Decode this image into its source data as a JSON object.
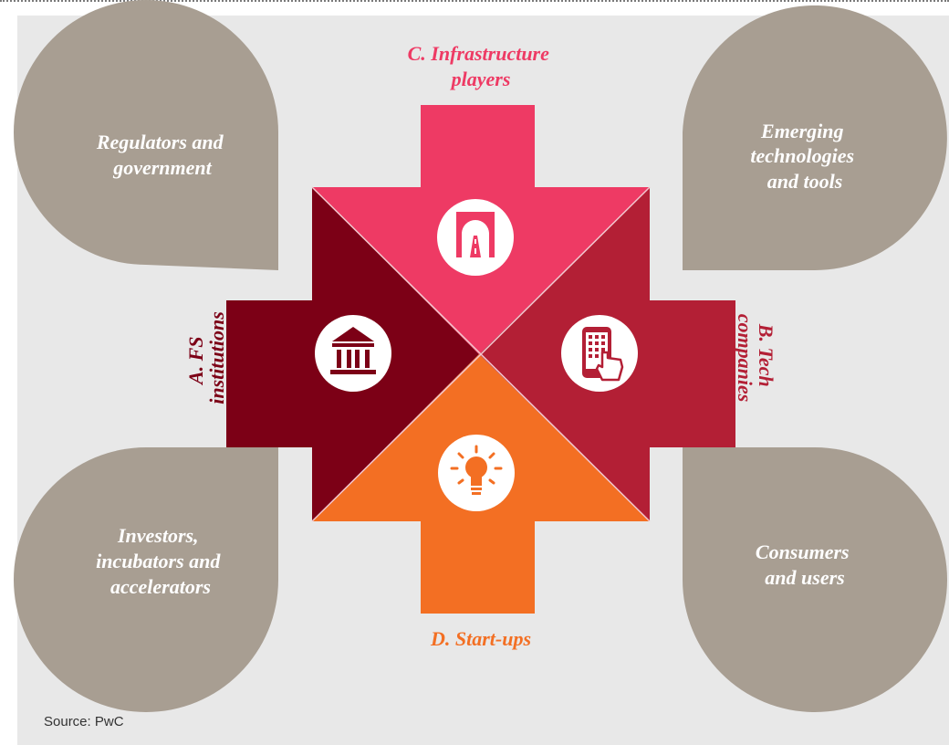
{
  "colors": {
    "background": "#e8e8e8",
    "gray_shape": "#a89e92",
    "fs_institutions": "#7c0016",
    "tech_companies": "#b31f35",
    "infrastructure": "#ee3a64",
    "startups": "#f36f23",
    "icon_circle": "#ffffff"
  },
  "segments": {
    "infrastructure": {
      "label_line1": "C. Infrastructure",
      "label_line2": "players",
      "icon": "tunnel-road-icon"
    },
    "tech": {
      "label_line1": "B. Tech",
      "label_line2": "companies",
      "icon": "smartphone-tap-icon"
    },
    "fs": {
      "label_line1": "A. FS",
      "label_line2": "institutions",
      "icon": "bank-building-icon"
    },
    "startups": {
      "label": "D. Start-ups",
      "icon": "light-bulb-icon"
    }
  },
  "corners": {
    "top_left": {
      "lines": [
        "Regulators and",
        "government"
      ]
    },
    "top_right": {
      "lines": [
        "Emerging",
        "technologies",
        "and tools"
      ]
    },
    "bottom_left": {
      "lines": [
        "Investors,",
        "incubators and",
        "accelerators"
      ]
    },
    "bottom_right": {
      "lines": [
        "Consumers",
        "and users"
      ]
    }
  },
  "source": "Source: PwC"
}
